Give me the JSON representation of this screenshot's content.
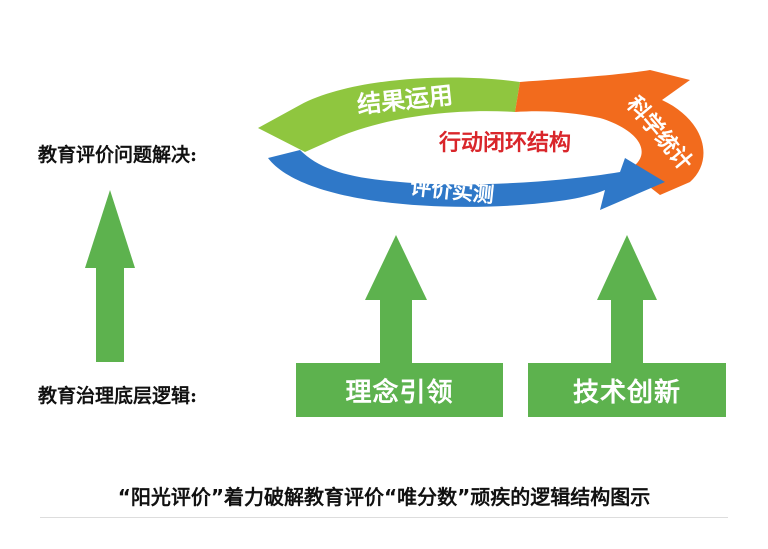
{
  "labels": {
    "top": "教育评价问题解决:",
    "bottom": "教育治理底层逻辑:"
  },
  "cycle": {
    "center": "行动闭环结构",
    "green_arc": "结果运用",
    "orange_arc": "科学统计",
    "blue_arc": "评价实测"
  },
  "boxes": {
    "concept": "理念引领",
    "technology": "技术创新"
  },
  "caption": "“阳光评价”着力破解教育评价“唯分数”顽疾的逻辑结构图示",
  "colors": {
    "green": "#5db24e",
    "arc_green": "#8fc63f",
    "orange": "#f26b1d",
    "blue": "#2f78c8",
    "center_text": "#d9262b"
  }
}
